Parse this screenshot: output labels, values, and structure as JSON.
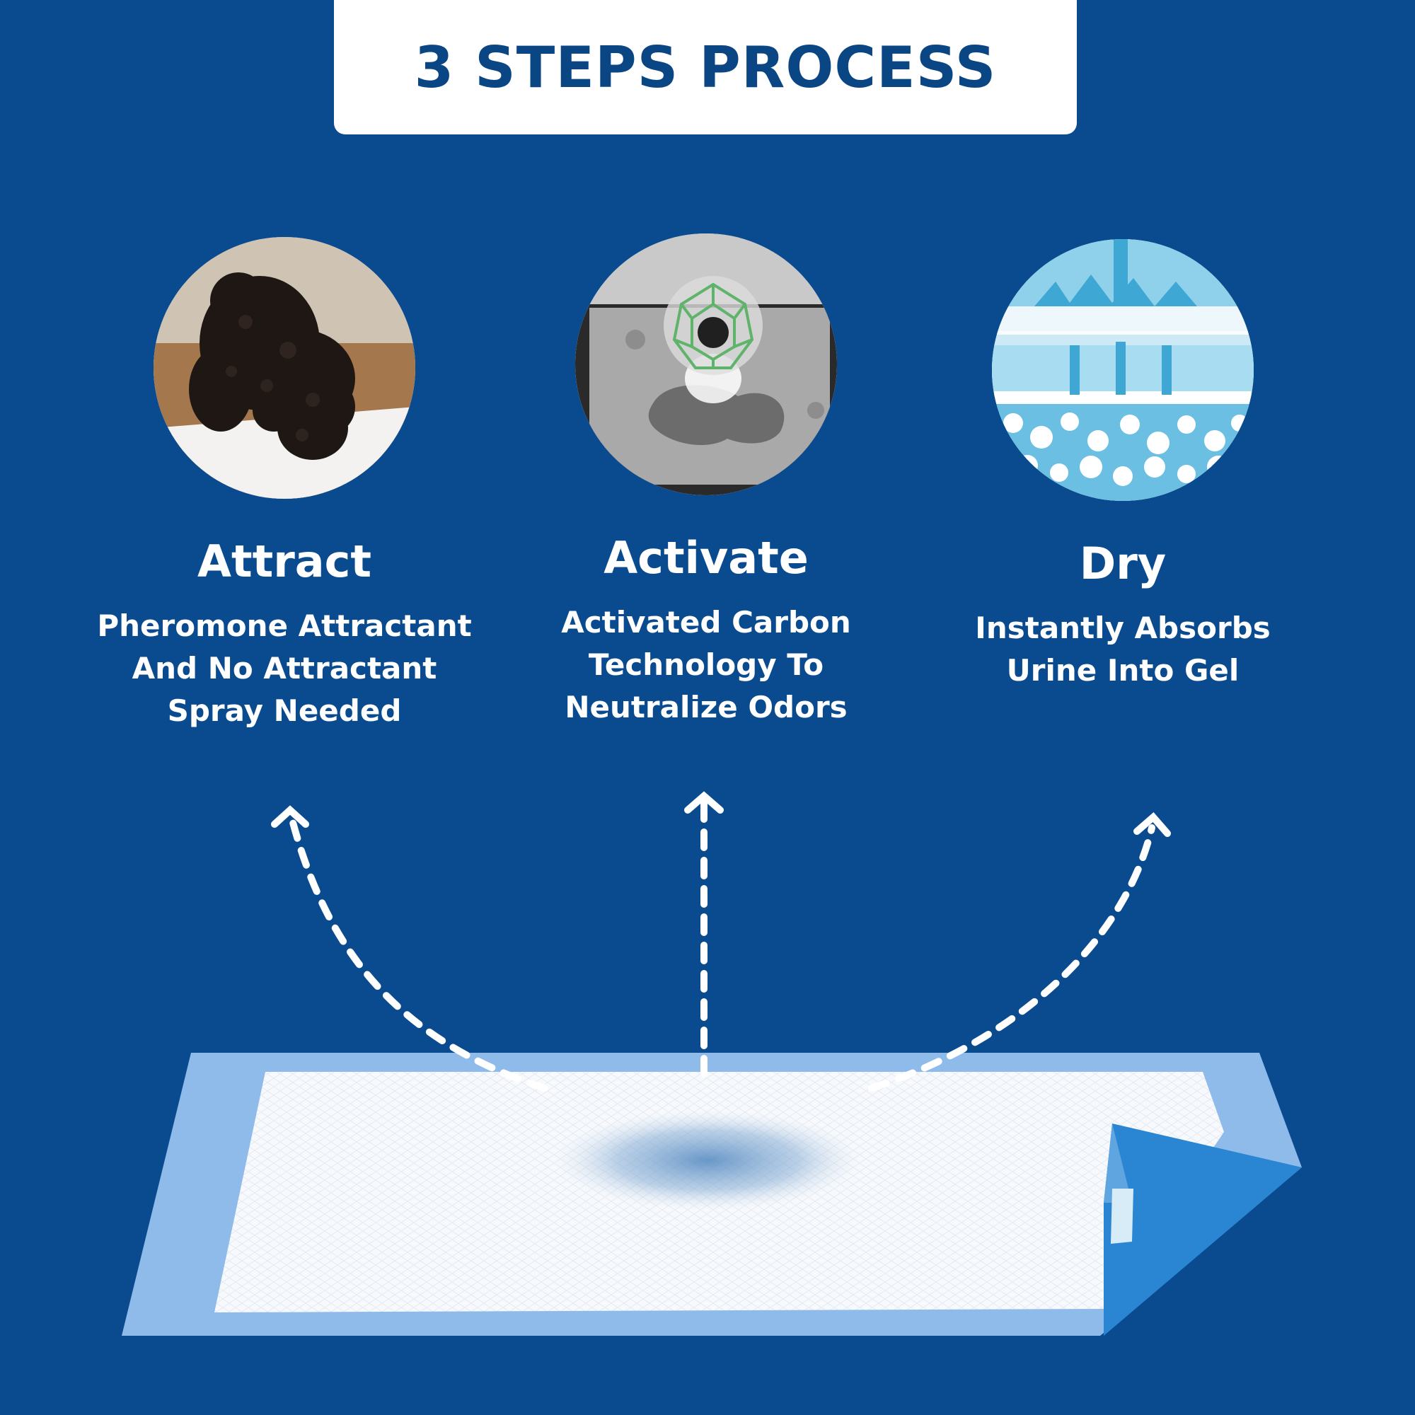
{
  "header": {
    "title": "3 STEPS PROCESS"
  },
  "steps": [
    {
      "title": "Attract",
      "desc_lines": [
        "Pheromone Attractant",
        "And No Attractant",
        "Spray Needed"
      ],
      "icon": "puppy-on-pad-photo"
    },
    {
      "title": "Activate",
      "desc_lines": [
        "Activated Carbon",
        "Technology To",
        "Neutralize Odors"
      ],
      "icon": "carbon-molecule-illustration"
    },
    {
      "title": "Dry",
      "desc_lines": [
        "Instantly Absorbs",
        "Urine Into Gel"
      ],
      "icon": "gel-absorption-layers-illustration"
    }
  ],
  "colors": {
    "background": "#0a4b8f",
    "header_box": "#ffffff",
    "header_text": "#0b4684",
    "pad_border": "#8fbbea",
    "pad_flap": "#2a86d3"
  }
}
